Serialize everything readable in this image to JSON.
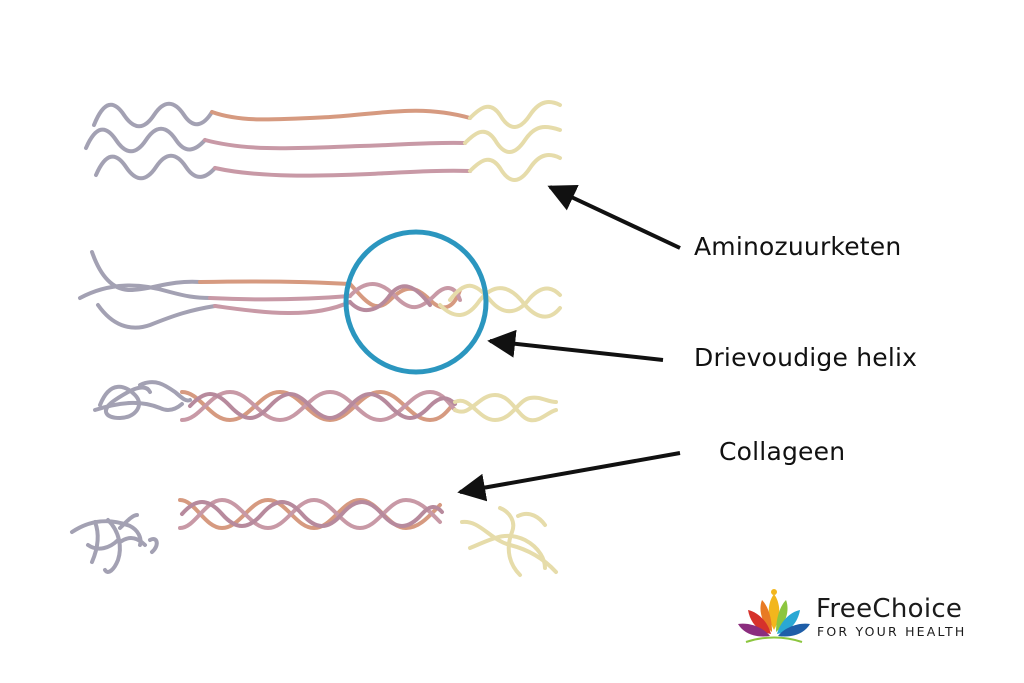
{
  "labels": {
    "amino_chain": "Aminozuurketen",
    "triple_helix": "Drievoudige helix",
    "collagen": "Collageen"
  },
  "brand": {
    "name": "FreeChoice",
    "tagline": "FOR YOUR HEALTH"
  },
  "colors": {
    "strand_gray": "#a3a1b3",
    "strand_pink": "#c899a6",
    "strand_salmon": "#d69a80",
    "strand_cream": "#e6dcaa",
    "highlight_circle": "#2b96bf",
    "arrow": "#111111"
  },
  "icons": [
    "lotus-logo-icon"
  ]
}
